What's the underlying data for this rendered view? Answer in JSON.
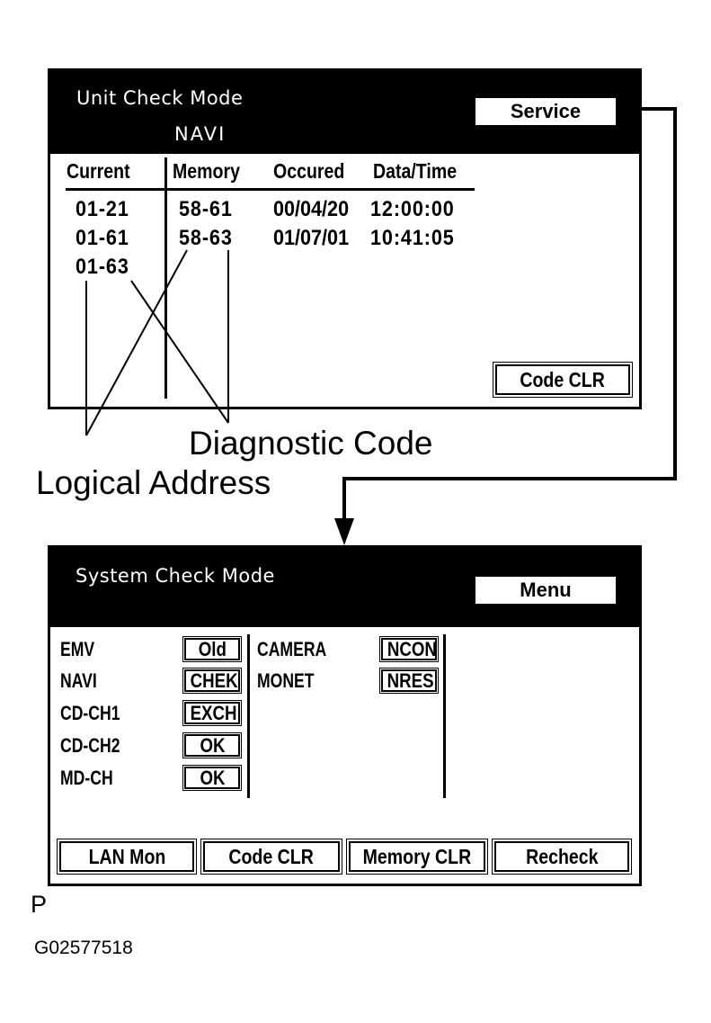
{
  "unit_check": {
    "title": "Unit Check Mode",
    "subtitle": "NAVI",
    "service_button": "Service",
    "headers": [
      "Current",
      "Memory",
      "Occured",
      "Data/Time"
    ],
    "current_codes": [
      "01-21",
      "01-61",
      "01-63"
    ],
    "memory_rows": [
      {
        "code": "58-61",
        "occured": "00/04/20",
        "time": "12:00:00"
      },
      {
        "code": "58-63",
        "occured": "01/07/01",
        "time": "10:41:05"
      }
    ],
    "code_clr_button": "Code CLR"
  },
  "callouts": {
    "diagnostic_code": "Diagnostic Code",
    "logical_address": "Logical Address"
  },
  "system_check": {
    "title": "System Check Mode",
    "menu_button": "Menu",
    "col1": [
      {
        "name": "EMV",
        "status": "Old"
      },
      {
        "name": "NAVI",
        "status": "CHEK"
      },
      {
        "name": "CD-CH1",
        "status": "EXCH"
      },
      {
        "name": "CD-CH2",
        "status": "OK"
      },
      {
        "name": "MD-CH",
        "status": "OK"
      }
    ],
    "col2": [
      {
        "name": "CAMERA",
        "status": "NCON"
      },
      {
        "name": "MONET",
        "status": "NRES"
      }
    ],
    "bottom_buttons": [
      "LAN Mon",
      "Code CLR",
      "Memory CLR",
      "Recheck"
    ]
  },
  "footer": {
    "letter": "P",
    "figure_id": "G02577518"
  },
  "colors": {
    "ink": "#000000",
    "paper": "#ffffff"
  }
}
